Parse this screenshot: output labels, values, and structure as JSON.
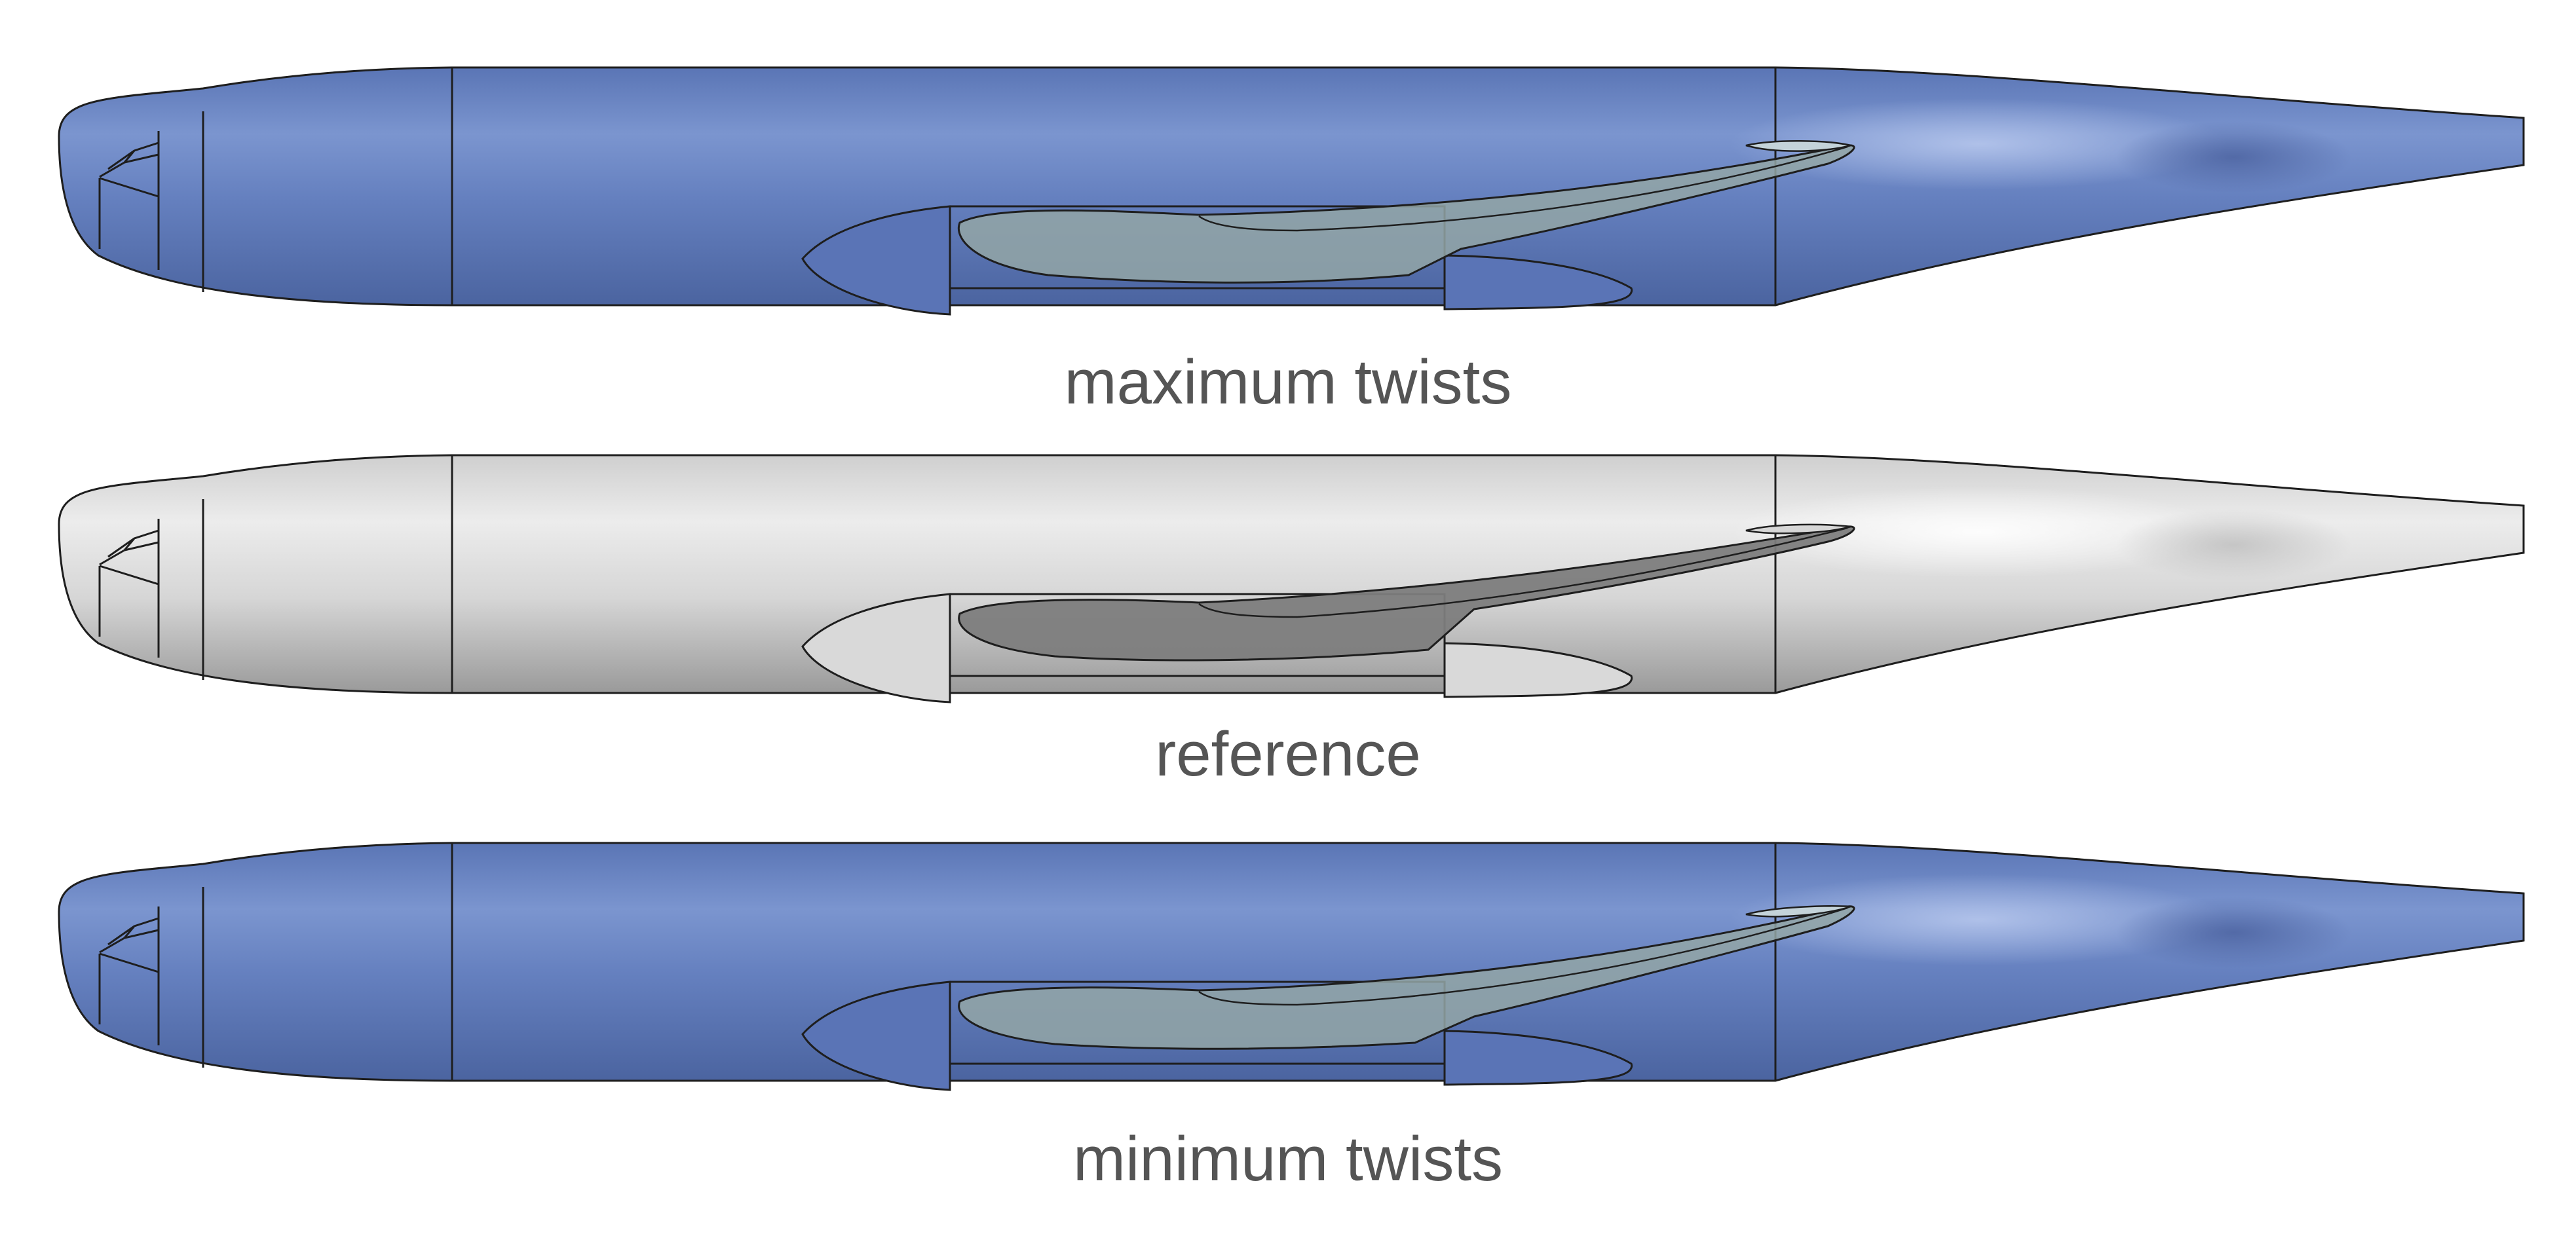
{
  "panels": [
    {
      "label": "maximum twists",
      "variant": "twisted-up",
      "body_color": "#6a86c2",
      "wing_color": "#93a6a6"
    },
    {
      "label": "reference",
      "variant": "baseline",
      "body_color": "#e0e0e0",
      "wing_color": "#7d7d7d"
    },
    {
      "label": "minimum twists",
      "variant": "twisted-down",
      "body_color": "#6a86c2",
      "wing_color": "#93a6a6"
    }
  ],
  "colors": {
    "outline": "#1e1e1e",
    "caption": "#555555",
    "background": "#ffffff"
  }
}
